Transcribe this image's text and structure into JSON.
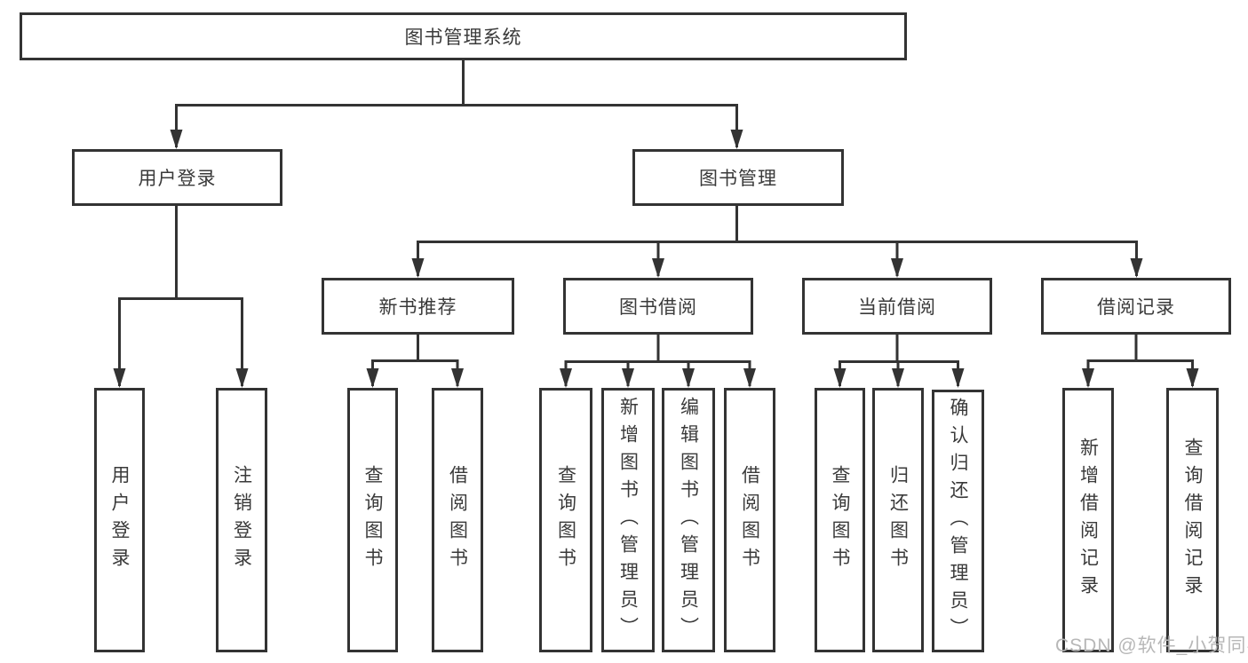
{
  "colors": {
    "line": "#333333",
    "box_border": "#333333",
    "text": "#3a3a3a",
    "background": "#ffffff",
    "watermark": "#b7b7b7"
  },
  "tree": {
    "root": {
      "label": "图书管理系统",
      "children": [
        {
          "label": "用户登录",
          "children": [
            {
              "label": "用户登录"
            },
            {
              "label": "注销登录"
            }
          ]
        },
        {
          "label": "图书管理",
          "children": [
            {
              "label": "新书推荐",
              "children": [
                {
                  "label": "查询图书"
                },
                {
                  "label": "借阅图书"
                }
              ]
            },
            {
              "label": "图书借阅",
              "children": [
                {
                  "label": "查询图书"
                },
                {
                  "label": "新增图书（管理员）"
                },
                {
                  "label": "编辑图书（管理员）"
                },
                {
                  "label": "借阅图书"
                }
              ]
            },
            {
              "label": "当前借阅",
              "children": [
                {
                  "label": "查询图书"
                },
                {
                  "label": "归还图书"
                },
                {
                  "label": "确认归还（管理员）"
                }
              ]
            },
            {
              "label": "借阅记录",
              "children": [
                {
                  "label": "新增借阅记录"
                },
                {
                  "label": "查询借阅记录"
                }
              ]
            }
          ]
        }
      ]
    }
  },
  "watermark": {
    "text": "CSDN @软件_小贺同学"
  }
}
